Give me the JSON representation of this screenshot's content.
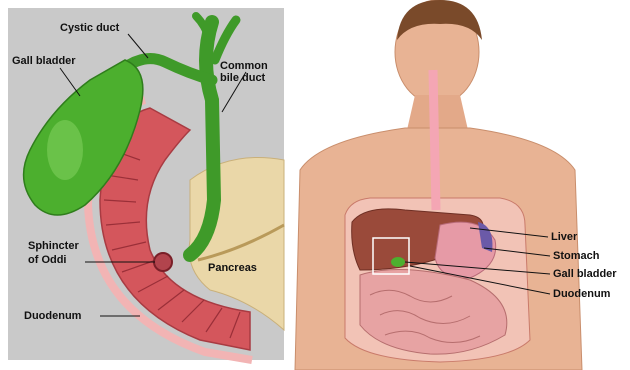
{
  "left_panel": {
    "labels": {
      "cystic_duct": "Cystic duct",
      "gall_bladder": "Gall bladder",
      "common_bile_duct_line1": "Common",
      "common_bile_duct_line2": "bile duct",
      "sphincter_line1": "Sphincter",
      "sphincter_line2": "of Oddi",
      "pancreas": "Pancreas",
      "duodenum": "Duodenum"
    }
  },
  "right_panel": {
    "labels": {
      "liver": "Liver",
      "stomach": "Stomach",
      "gall_bladder": "Gall bladder",
      "duodenum": "Duodenum"
    }
  },
  "colors": {
    "background_gray": "#c9c9c9",
    "gallbladder_green": "#4caf2e",
    "duodenum_red": "#d4565c",
    "pancreas_tan": "#ead7a8",
    "skin": "#e8b394",
    "liver_brown": "#9a4a3a"
  }
}
